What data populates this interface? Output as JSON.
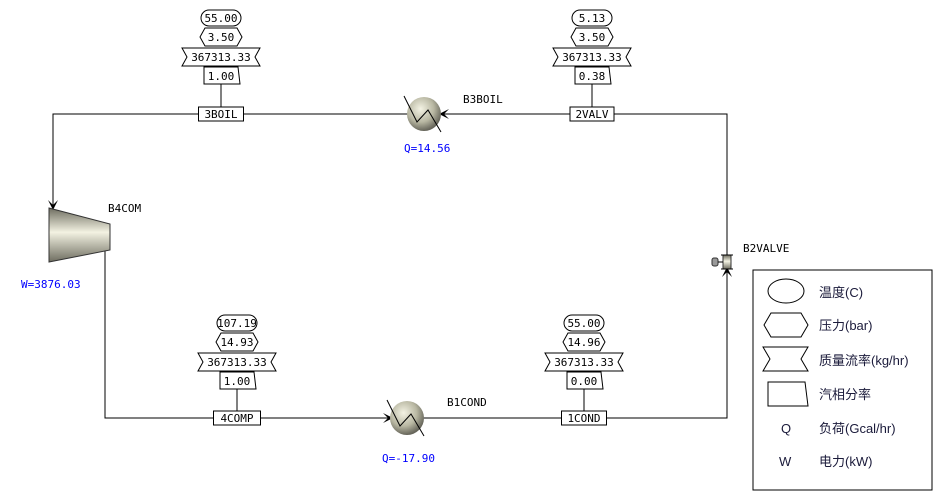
{
  "blocks": {
    "b3boil": {
      "name": "B3BOIL",
      "duty": "Q=14.56"
    },
    "b1cond": {
      "name": "B1COND",
      "duty": "Q=-17.90"
    },
    "b4com": {
      "name": "B4COM",
      "power": "W=3876.03"
    },
    "b2valve": {
      "name": "B2VALVE"
    }
  },
  "streams": [
    {
      "id": "3BOIL",
      "temperature": "55.00",
      "pressure": "3.50",
      "mass_flow": "367313.33",
      "vapor_fraction": "1.00"
    },
    {
      "id": "2VALV",
      "temperature": "5.13",
      "pressure": "3.50",
      "mass_flow": "367313.33",
      "vapor_fraction": "0.38"
    },
    {
      "id": "4COMP",
      "temperature": "107.19",
      "pressure": "14.93",
      "mass_flow": "367313.33",
      "vapor_fraction": "1.00"
    },
    {
      "id": "1COND",
      "temperature": "55.00",
      "pressure": "14.96",
      "mass_flow": "367313.33",
      "vapor_fraction": "0.00"
    }
  ],
  "legend": {
    "temperature": "温度(C)",
    "pressure": "压力(bar)",
    "mass_flow": "质量流率(kg/hr)",
    "vapor_fraction": "汽相分率",
    "q_symbol": "Q",
    "duty": "负荷(Gcal/hr)",
    "w_symbol": "W",
    "power": "电力(kW)"
  },
  "colors": {
    "result_text": "#0000ff",
    "line": "#000000"
  }
}
